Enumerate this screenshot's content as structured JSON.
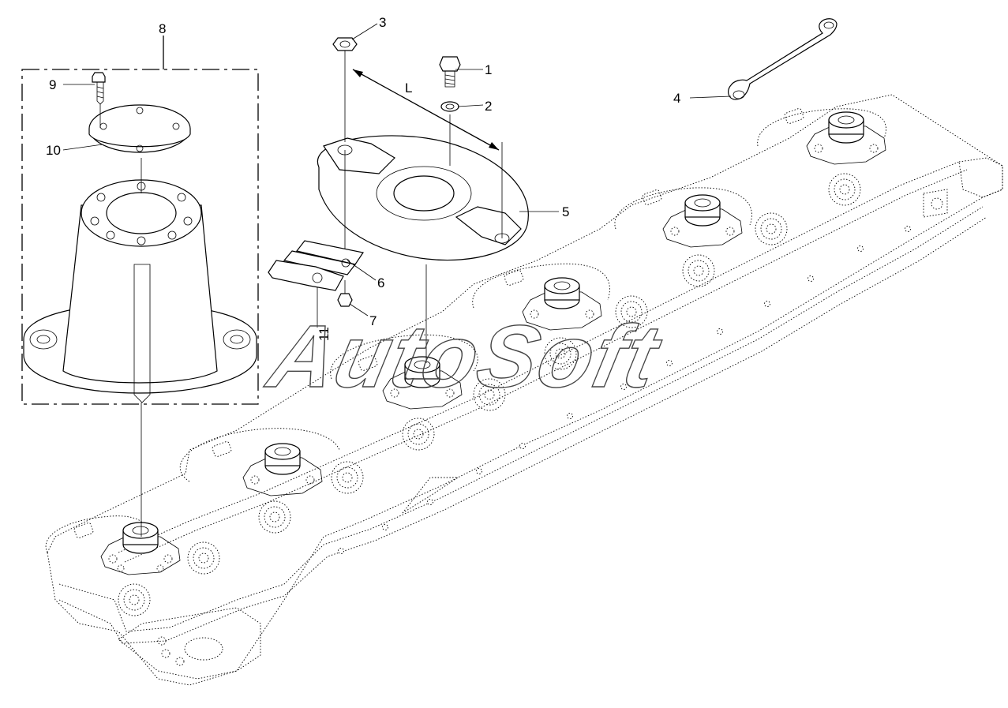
{
  "diagram": {
    "callouts": [
      {
        "id": "1",
        "label": "1"
      },
      {
        "id": "2",
        "label": "2"
      },
      {
        "id": "3",
        "label": "3"
      },
      {
        "id": "4",
        "label": "4"
      },
      {
        "id": "5",
        "label": "5"
      },
      {
        "id": "6",
        "label": "6"
      },
      {
        "id": "7",
        "label": "7"
      },
      {
        "id": "8",
        "label": "8"
      },
      {
        "id": "9",
        "label": "9"
      },
      {
        "id": "10",
        "label": "10"
      },
      {
        "id": "11",
        "label": "11"
      }
    ],
    "dimension_label": "L",
    "watermark": "AutoSoft"
  },
  "colors": {
    "line": "#000000",
    "background": "#ffffff",
    "watermark": "#444444"
  }
}
